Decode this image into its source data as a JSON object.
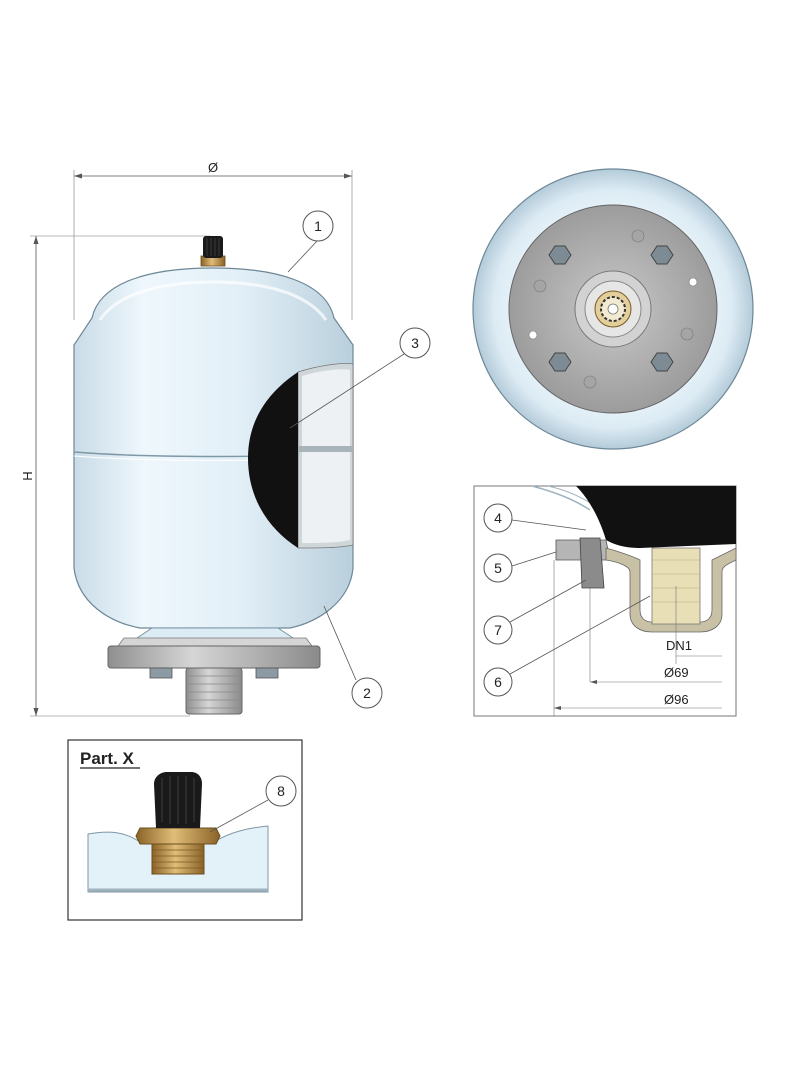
{
  "dimensions": {
    "diameter_symbol": "Ø",
    "height": "H",
    "connection": "DN1",
    "inner_diameter": "Ø69",
    "outer_diameter": "Ø96"
  },
  "callouts": [
    "1",
    "2",
    "3",
    "4",
    "5",
    "6",
    "7",
    "8"
  ],
  "detail_view": {
    "title": "Part. X"
  },
  "colors": {
    "vessel_body": "#e3f1f9",
    "vessel_shade": "#b7cfdc",
    "membrane": "#111111",
    "flange": "#b3b3b3",
    "brass": "#c9a15a",
    "cap": "#1a1a1a",
    "line": "#444444"
  }
}
